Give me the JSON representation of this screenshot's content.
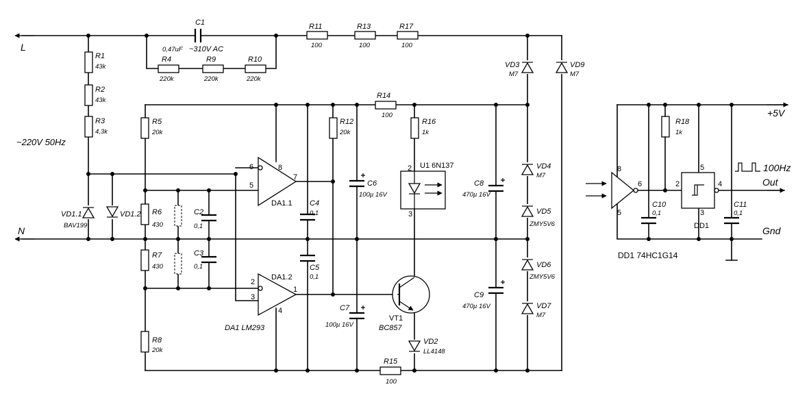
{
  "power": {
    "line": "L",
    "neutral": "N",
    "mains": "~220V 50Hz",
    "vcc": "+5V",
    "gnd": "Gnd",
    "out": "Out",
    "freq": "100Hz"
  },
  "capacitors": {
    "c1": {
      "name": "C1",
      "value": "0,47uF",
      "voltage": "~310V AC"
    },
    "c2": {
      "name": "C2",
      "value": "0,1"
    },
    "c3": {
      "name": "C3",
      "value": "0,1"
    },
    "c4": {
      "name": "C4",
      "value": "0,1"
    },
    "c5": {
      "name": "C5",
      "value": "0,1"
    },
    "c6": {
      "name": "C6",
      "value": "100µ 16V"
    },
    "c7": {
      "name": "C7",
      "value": "100µ 16V"
    },
    "c8": {
      "name": "C8",
      "value": "470µ 16V"
    },
    "c9": {
      "name": "C9",
      "value": "470µ 16V"
    },
    "c10": {
      "name": "C10",
      "value": "0,1"
    },
    "c11": {
      "name": "C11",
      "value": "0,1"
    }
  },
  "resistors": {
    "r1": {
      "name": "R1",
      "value": "43k"
    },
    "r2": {
      "name": "R2",
      "value": "43k"
    },
    "r3": {
      "name": "R3",
      "value": "4,3k"
    },
    "r4": {
      "name": "R4",
      "value": "220k"
    },
    "r5": {
      "name": "R5",
      "value": "20k"
    },
    "r6": {
      "name": "R6",
      "value": "430"
    },
    "r7": {
      "name": "R7",
      "value": "430"
    },
    "r8": {
      "name": "R8",
      "value": "20k"
    },
    "r9": {
      "name": "R9",
      "value": "220k"
    },
    "r10": {
      "name": "R10",
      "value": "220k"
    },
    "r11": {
      "name": "R11",
      "value": "100"
    },
    "r12": {
      "name": "R12",
      "value": "20k"
    },
    "r13": {
      "name": "R13",
      "value": "100"
    },
    "r14": {
      "name": "R14",
      "value": "100"
    },
    "r15": {
      "name": "R15",
      "value": "100"
    },
    "r16": {
      "name": "R16",
      "value": "1k"
    },
    "r17": {
      "name": "R17",
      "value": "100"
    },
    "r18": {
      "name": "R18",
      "value": "1k"
    }
  },
  "diodes": {
    "vd1_1": {
      "name": "VD1.1",
      "value": "BAV199"
    },
    "vd1_2": {
      "name": "VD1.2"
    },
    "vd2": {
      "name": "VD2",
      "value": "LL4148"
    },
    "vd3": {
      "name": "VD3",
      "value": "M7"
    },
    "vd4": {
      "name": "VD4",
      "value": "M7"
    },
    "vd5": {
      "name": "VD5",
      "value": "ZMY5V6"
    },
    "vd6": {
      "name": "VD6",
      "value": "ZMY5V6"
    },
    "vd7": {
      "name": "VD7",
      "value": "M7"
    },
    "vd9": {
      "name": "VD9",
      "value": "M7"
    }
  },
  "ics": {
    "da1_1": {
      "name": "DA1.1",
      "pins": [
        "6",
        "5",
        "8",
        "7"
      ]
    },
    "da1_2": {
      "name": "DA1.2",
      "pins": [
        "2",
        "3",
        "1",
        "4"
      ]
    },
    "da1": {
      "label": "DA1 LM293"
    },
    "vt1": {
      "name": "VT1",
      "value": "BC857"
    },
    "u1": {
      "name": "U1 6N137",
      "pins": [
        "2",
        "3"
      ]
    },
    "dd1": {
      "name": "DD1",
      "label": "DD1  74HC1G14",
      "pins": [
        "2",
        "4",
        "5",
        "3"
      ]
    },
    "receiver": {
      "pins": [
        "8",
        "6",
        "5"
      ]
    }
  }
}
